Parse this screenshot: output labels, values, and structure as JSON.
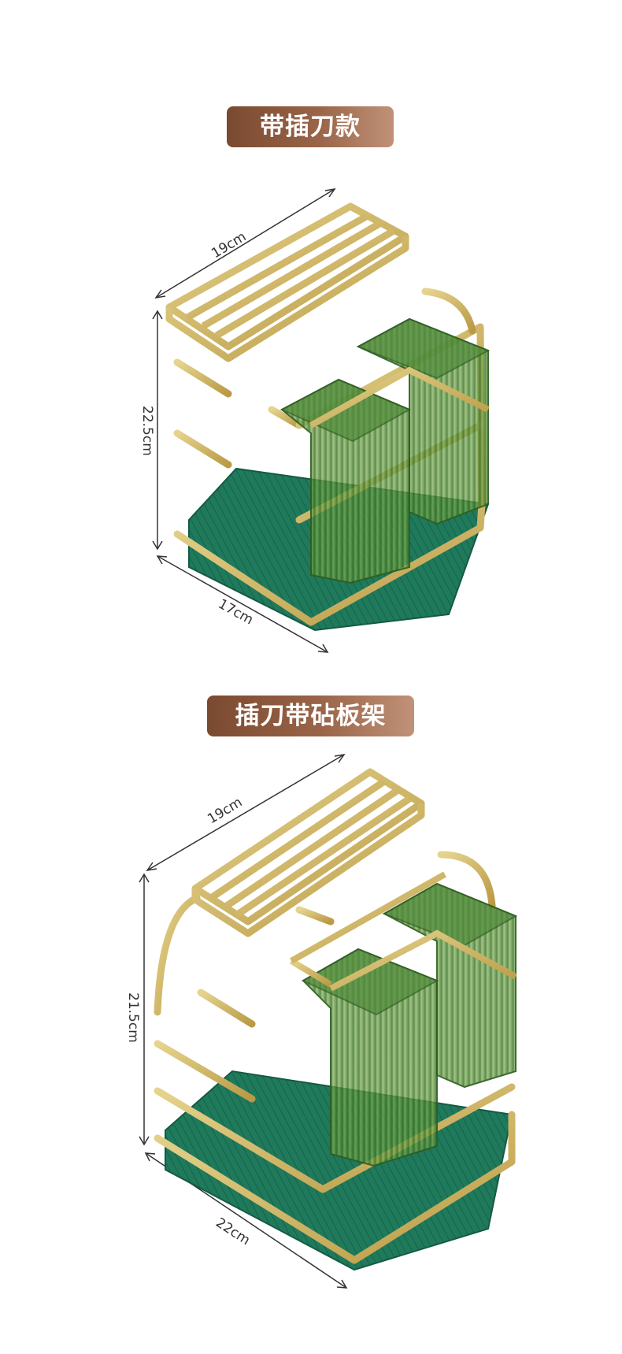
{
  "products": [
    {
      "title": "带插刀款",
      "dimensions": {
        "width": "19cm",
        "height": "22.5cm",
        "depth": "17cm"
      }
    },
    {
      "title": "插刀带砧板架",
      "dimensions": {
        "width": "19cm",
        "height": "21.5cm",
        "depth": "22cm"
      }
    }
  ],
  "colors": {
    "title_bg_start": "#7a4a30",
    "title_bg_end": "#c09278",
    "frame_gold": "#c9b265",
    "tray_green": "#1f7a5c",
    "cup_green": "#5f8f3c"
  },
  "icons": [
    "dish-rack-with-knife-slot-image",
    "dish-rack-with-cutting-board-holder-image"
  ]
}
